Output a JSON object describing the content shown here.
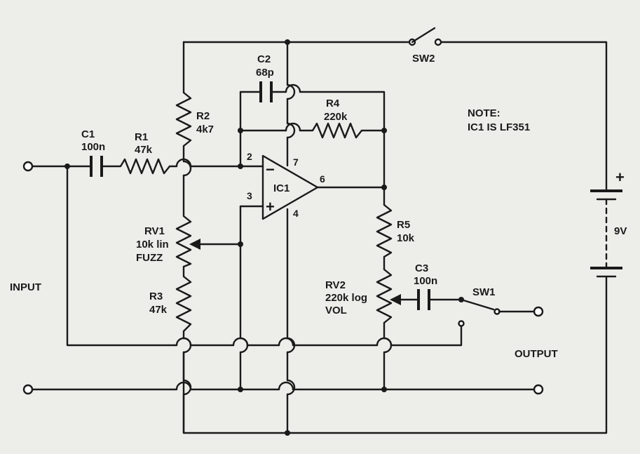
{
  "components": {
    "c1": {
      "name": "C1",
      "value": "100n"
    },
    "r1": {
      "name": "R1",
      "value": "47k"
    },
    "r2": {
      "name": "R2",
      "value": "4k7"
    },
    "c2": {
      "name": "C2",
      "value": "68p"
    },
    "r4": {
      "name": "R4",
      "value": "220k"
    },
    "ic1": {
      "name": "IC1",
      "pin_inverting": "2",
      "pin_noninverting": "3",
      "pin_output": "6",
      "pin_supply": "7",
      "pin_ground": "4",
      "minus_sign": "−",
      "plus_sign": "+"
    },
    "rv1": {
      "name": "RV1",
      "value": "10k lin",
      "function": "FUZZ"
    },
    "r3": {
      "name": "R3",
      "value": "47k"
    },
    "r5": {
      "name": "R5",
      "value": "10k"
    },
    "rv2": {
      "name": "RV2",
      "value": "220k log",
      "function": "VOL"
    },
    "c3": {
      "name": "C3",
      "value": "100n"
    },
    "sw1": {
      "name": "SW1"
    },
    "sw2": {
      "name": "SW2"
    },
    "battery": {
      "voltage": "9V",
      "plus_sign": "+"
    }
  },
  "note": {
    "line1": "NOTE:",
    "line2": "IC1 IS LF351"
  },
  "labels": {
    "input": "INPUT",
    "output": "OUTPUT"
  }
}
